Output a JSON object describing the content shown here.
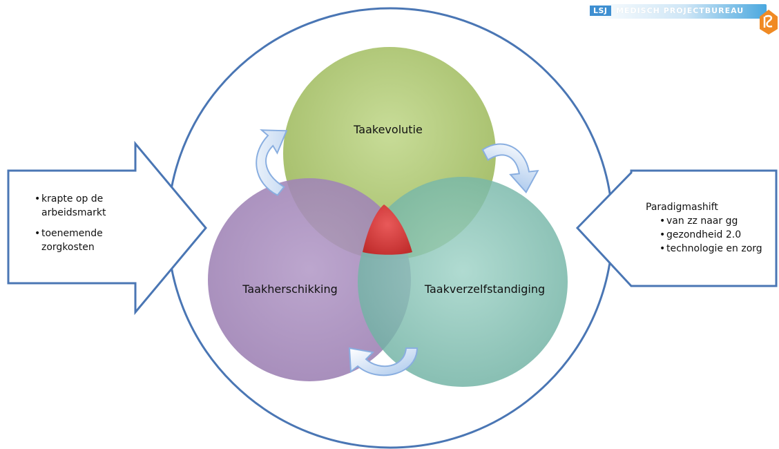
{
  "logo": {
    "abbr": "LSJ",
    "name": "MEDISCH PROJECTBUREAU",
    "mark_color": "#f08a24"
  },
  "circles": [
    {
      "label": "Taakevolutie",
      "color": "#a9c46b"
    },
    {
      "label": "Taakherschikking",
      "color": "#a488bb"
    },
    {
      "label": "Taakverzelfstandiging",
      "color": "#77bdae"
    }
  ],
  "overlap_color": "#d73434",
  "outline_color": "#4a76b4",
  "left_box": {
    "items": [
      "krapte op de arbeidsmarkt",
      "toenemende zorgkosten"
    ]
  },
  "right_box": {
    "heading": "Paradigmashift",
    "items": [
      "van zz naar gg",
      "gezondheid 2.0",
      "technologie en zorg"
    ]
  },
  "icons": [
    "curved-arrow-icon",
    "curved-arrow-icon",
    "curved-arrow-icon"
  ]
}
